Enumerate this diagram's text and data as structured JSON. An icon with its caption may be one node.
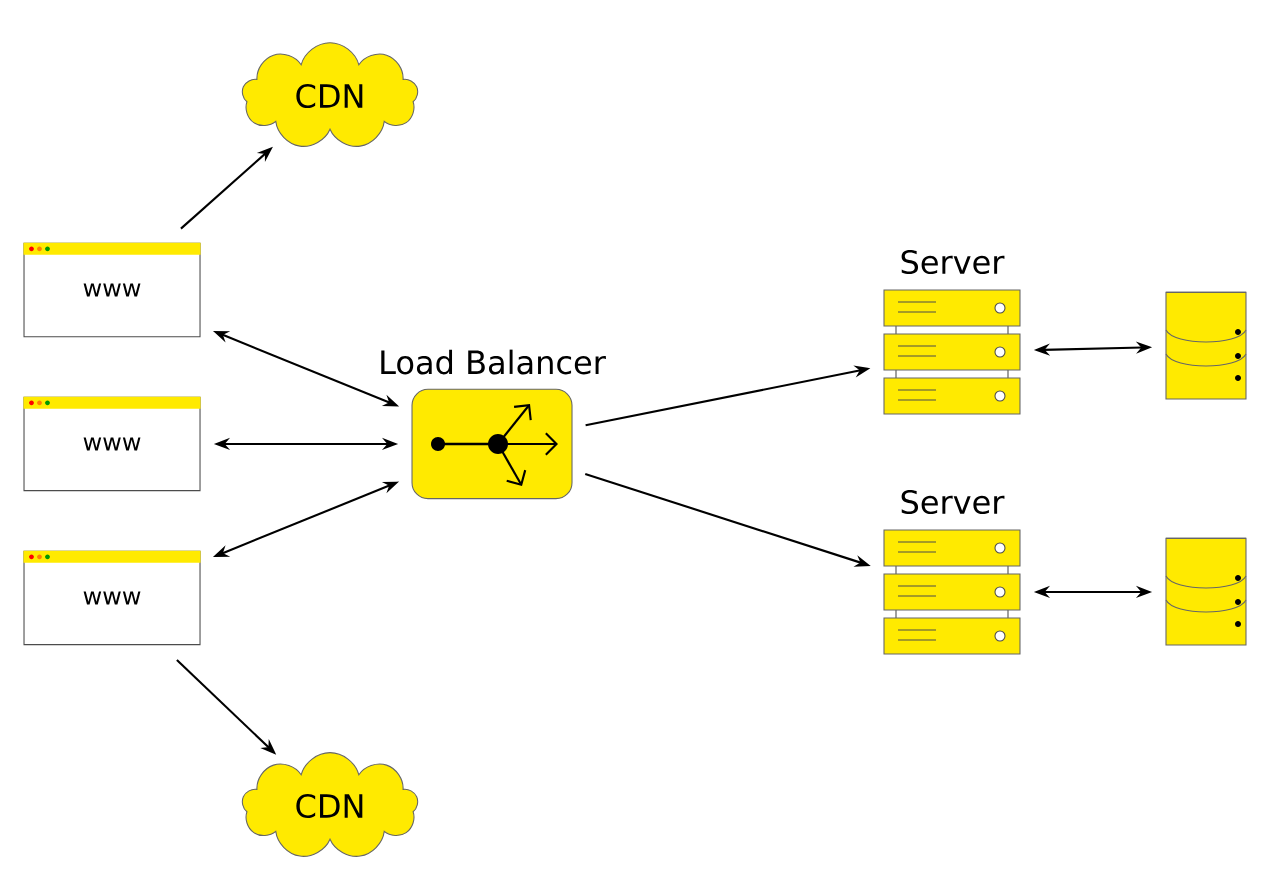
{
  "diagram": {
    "nodes": [
      {
        "text": [
          "CDN"
        ]
      },
      {
        "text": [
          "www"
        ]
      },
      {
        "text": [
          "www"
        ]
      },
      {
        "text": [
          "www"
        ]
      },
      {
        "text": [
          "Load Balancer"
        ]
      },
      {
        "text": [
          "Server"
        ]
      },
      {
        "text": [],
        "shape": "cylinder"
      },
      {
        "text": [
          "Server"
        ]
      },
      {
        "text": [],
        "shape": "cylinder"
      },
      {
        "text": [
          "CDN"
        ]
      }
    ],
    "edges": [
      {
        "from": 1,
        "to": 0,
        "arrow": "to"
      },
      {
        "from": 1,
        "to": 4,
        "arrow": "both"
      },
      {
        "from": 2,
        "to": 4,
        "arrow": "both"
      },
      {
        "from": 3,
        "to": 4,
        "arrow": "both"
      },
      {
        "from": 3,
        "to": 9,
        "arrow": "to"
      },
      {
        "from": 4,
        "to": 5,
        "arrow": "to"
      },
      {
        "from": 4,
        "to": 7,
        "arrow": "to"
      },
      {
        "from": 5,
        "to": 6,
        "arrow": "both"
      },
      {
        "from": 7,
        "to": 8,
        "arrow": "both"
      }
    ]
  }
}
